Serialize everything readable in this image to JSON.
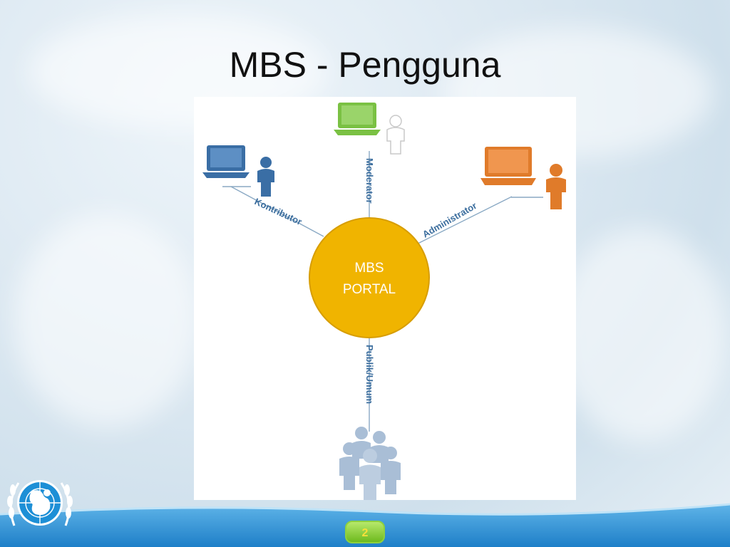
{
  "slide": {
    "title": "MBS - Pengguna",
    "page_number": "2"
  },
  "diagram": {
    "center": {
      "line1": "MBS",
      "line2": "PORTAL"
    },
    "roles": {
      "contributor": "Kontributor",
      "moderator": "Moderator",
      "administrator": "Administrator",
      "public": "Publik/Umum"
    },
    "colors": {
      "center": "#f0b400",
      "contributor": "#3a6ea5",
      "moderator": "#7ac143",
      "administrator": "#e07b2a",
      "public": "#a9bed6",
      "connector": "#8aa9c4",
      "label": "#3c6e9e"
    }
  }
}
